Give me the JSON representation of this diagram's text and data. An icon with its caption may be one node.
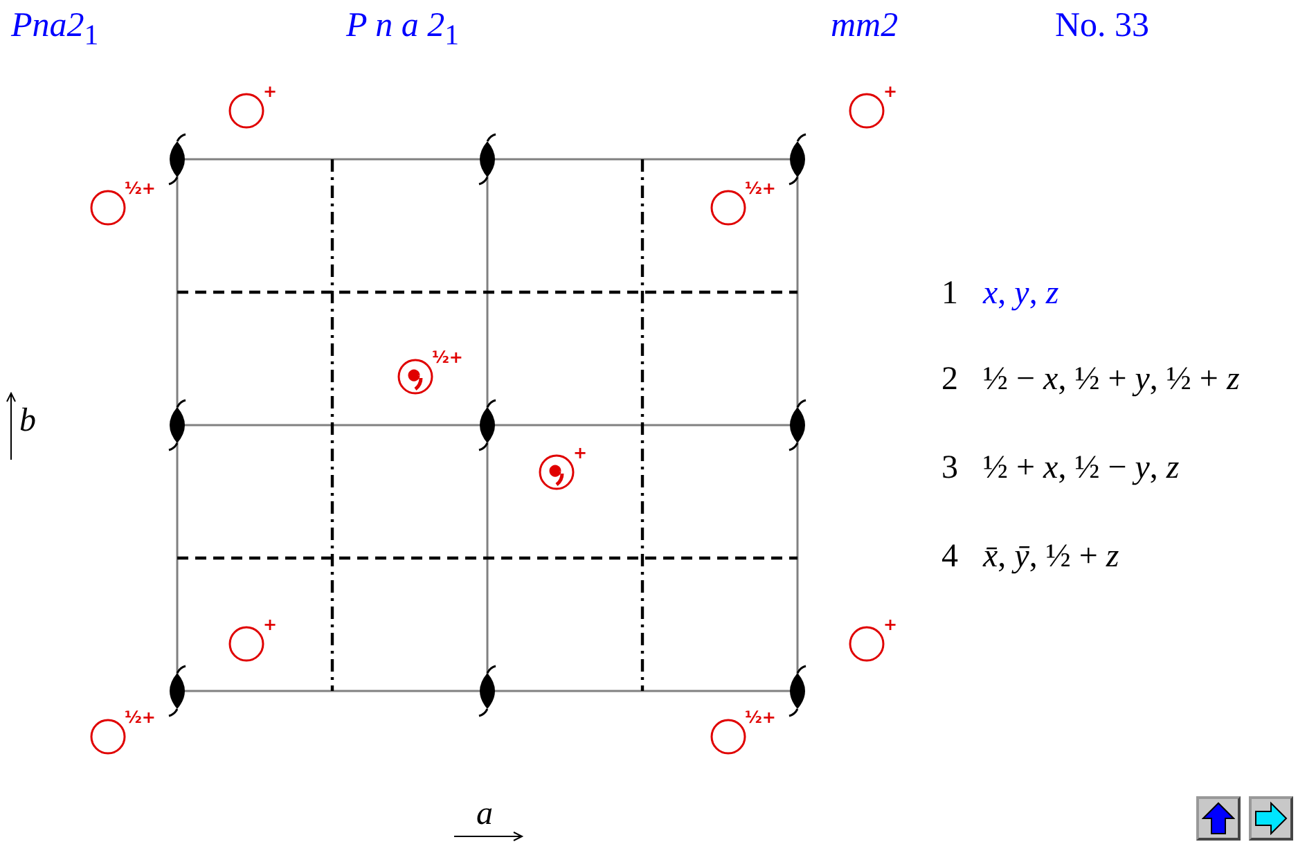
{
  "diagram": {
    "labels": [
      "Pna2$_{1}$",
      "P n a 2$_{1}$",
      "mm2",
      "No. 33",
      "+",
      "+",
      "½+",
      "½+",
      "1",
      "*x*, *y*, *z*",
      "½+",
      "2",
      "½ − *x*, ½ + *y*, ½ + *z*",
      "*b*",
      "+",
      "3",
      "½ + *x*, ½ − *y*, *z*",
      "4",
      "*x̄*, *ȳ*, ½ + *z*",
      "+",
      "+",
      "½+",
      "½+",
      "*a*"
    ]
  }
}
